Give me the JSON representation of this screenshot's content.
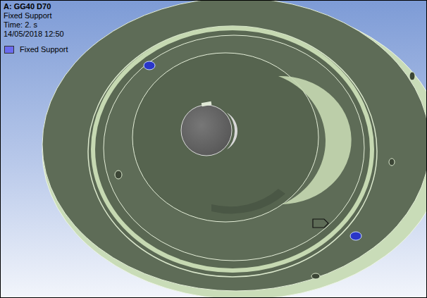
{
  "diagram": {
    "title": "A: GG40 D70",
    "labels": [
      "Fixed Support",
      "Time: 2. s",
      "14/05/2018 12:50"
    ],
    "legend": [
      {
        "text": "Fixed Support",
        "color": "#6b6bf0"
      }
    ]
  }
}
